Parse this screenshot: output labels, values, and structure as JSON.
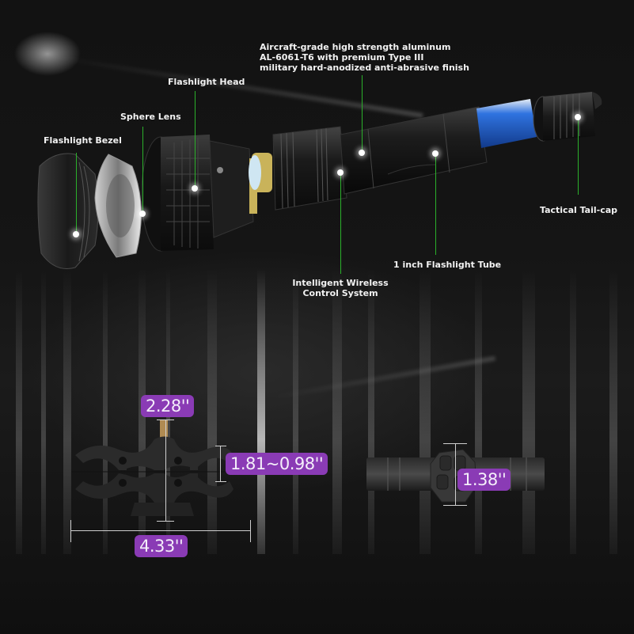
{
  "callouts": {
    "material": {
      "lines": [
        "Aircraft-grade high strength aluminum",
        "AL-6061-T6 with premium Type III",
        "military hard-anodized anti-abrasive finish"
      ]
    },
    "flashlight_head": "Flashlight Head",
    "sphere_lens": "Sphere Lens",
    "flashlight_bezel": "Flashlight Bezel",
    "tactical_tail_cap": "Tactical Tail-cap",
    "flashlight_tube": "1 inch Flashlight Tube",
    "wireless_control": {
      "lines": [
        "Intelligent Wireless",
        "Control System"
      ]
    }
  },
  "dimensions": {
    "mount_height": "2.28''",
    "clamp_range": "1.81~0.98''",
    "mount_width": "4.33''",
    "ring_height": "1.38''"
  },
  "colors": {
    "background": "#0f0f0f",
    "badge": "#8a3bb5",
    "leader_line": "#2bb02b",
    "battery_blue": "#1d5fd1",
    "brass": "#c9b35a"
  }
}
